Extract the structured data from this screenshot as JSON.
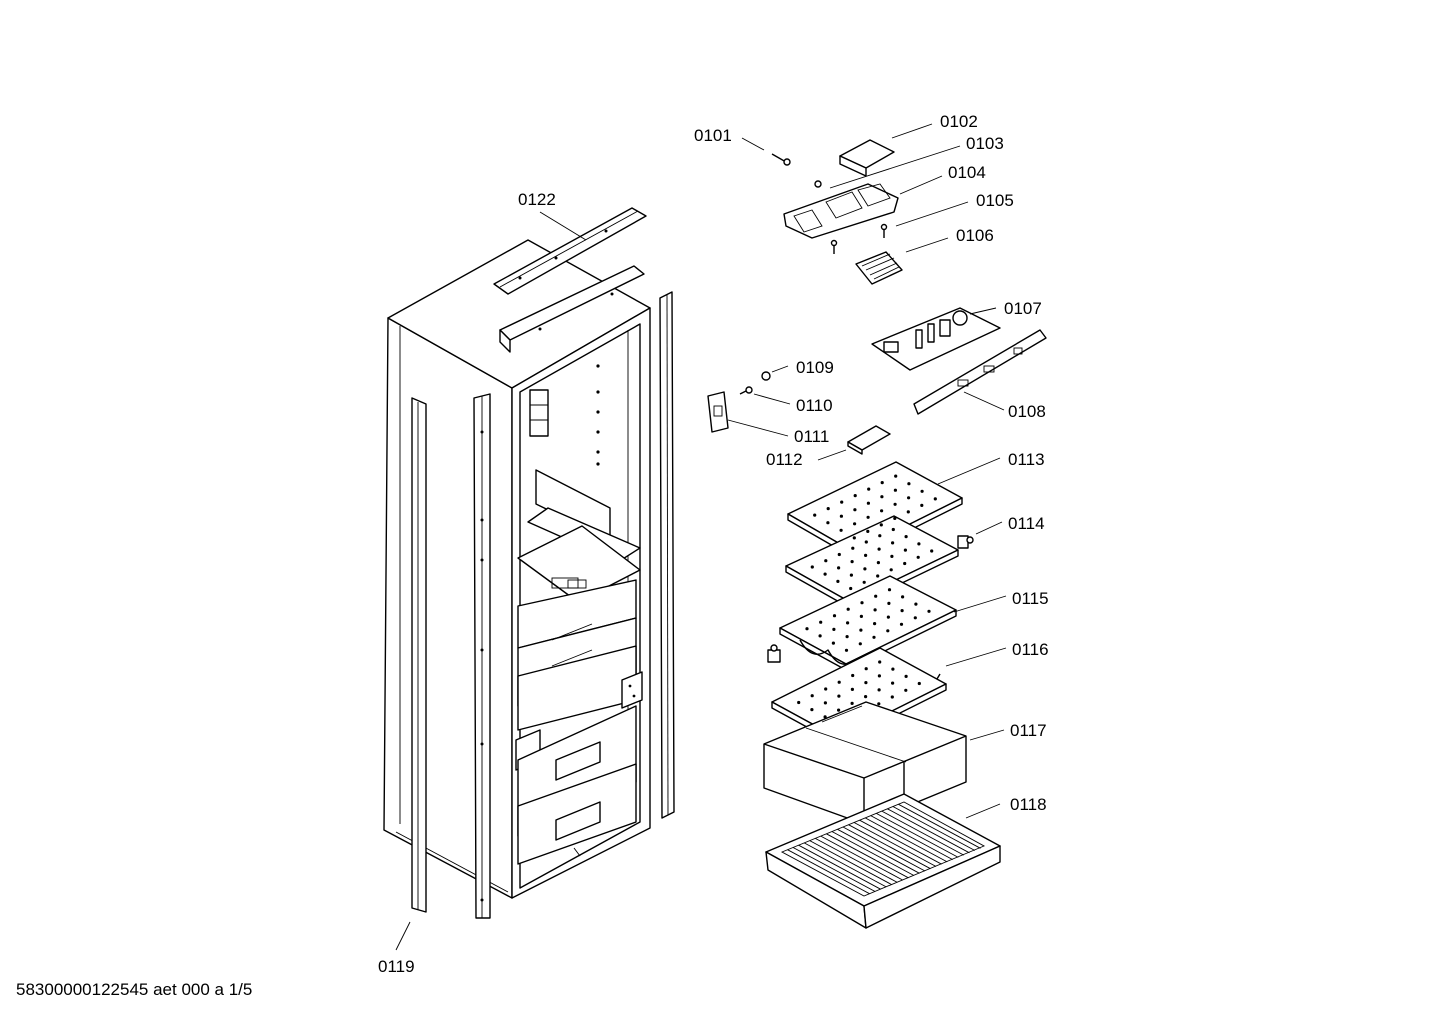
{
  "diagram": {
    "footer_code": "58300000122545 aet 000 a 1/5",
    "parts": [
      {
        "id": "p0101",
        "label": "0101"
      },
      {
        "id": "p0102",
        "label": "0102"
      },
      {
        "id": "p0103",
        "label": "0103"
      },
      {
        "id": "p0104",
        "label": "0104"
      },
      {
        "id": "p0105",
        "label": "0105"
      },
      {
        "id": "p0106",
        "label": "0106"
      },
      {
        "id": "p0107",
        "label": "0107"
      },
      {
        "id": "p0108",
        "label": "0108"
      },
      {
        "id": "p0109",
        "label": "0109"
      },
      {
        "id": "p0110",
        "label": "0110"
      },
      {
        "id": "p0111",
        "label": "0111"
      },
      {
        "id": "p0112",
        "label": "0112"
      },
      {
        "id": "p0113",
        "label": "0113"
      },
      {
        "id": "p0114",
        "label": "0114"
      },
      {
        "id": "p0115",
        "label": "0115"
      },
      {
        "id": "p0116",
        "label": "0116"
      },
      {
        "id": "p0117",
        "label": "0117"
      },
      {
        "id": "p0118",
        "label": "0118"
      },
      {
        "id": "p0119",
        "label": "0119"
      },
      {
        "id": "p0122",
        "label": "0122"
      }
    ]
  }
}
